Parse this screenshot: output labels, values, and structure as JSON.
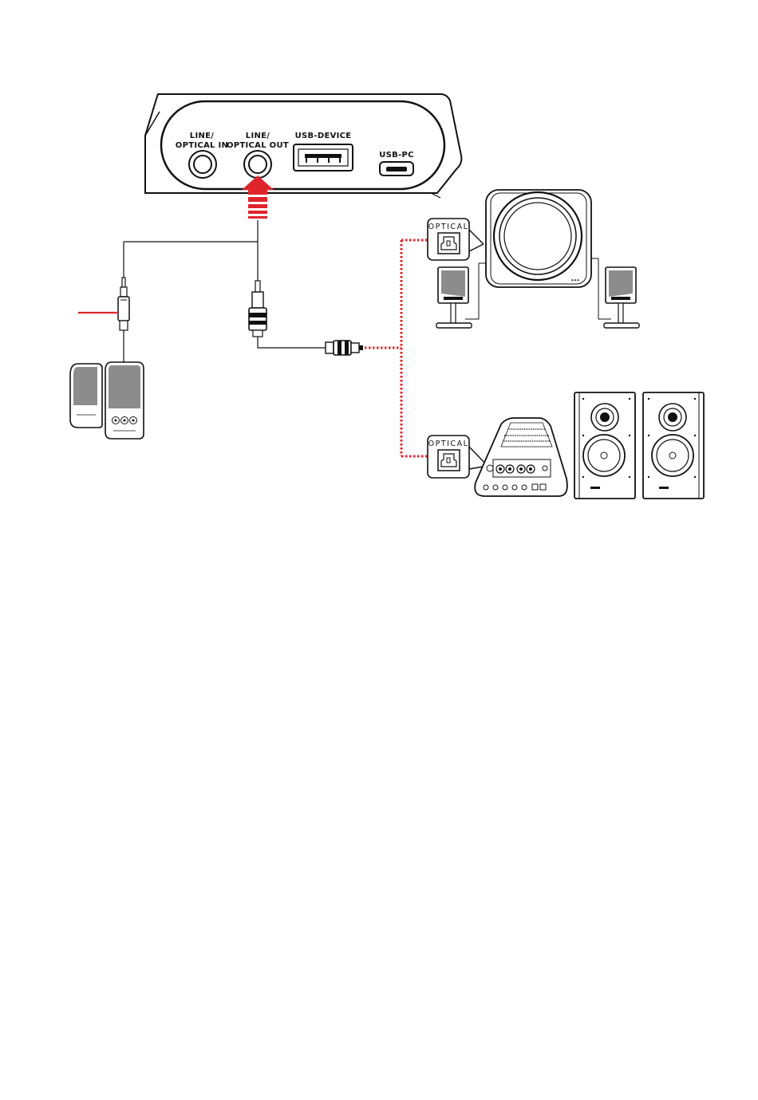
{
  "device": {
    "ports": {
      "line_optical_in": [
        "LINE/",
        "OPTICAL IN"
      ],
      "line_optical_out": [
        "LINE/",
        "OPTICAL OUT"
      ],
      "usb_device": "USB-DEVICE",
      "usb_pc": "USB-PC"
    }
  },
  "callouts": {
    "top": "OPTICAL",
    "bottom": "OPTICAL"
  },
  "colors": {
    "highlight": "#e0242c",
    "line": "#111111",
    "speaker_grey": "#8c8c8c"
  }
}
